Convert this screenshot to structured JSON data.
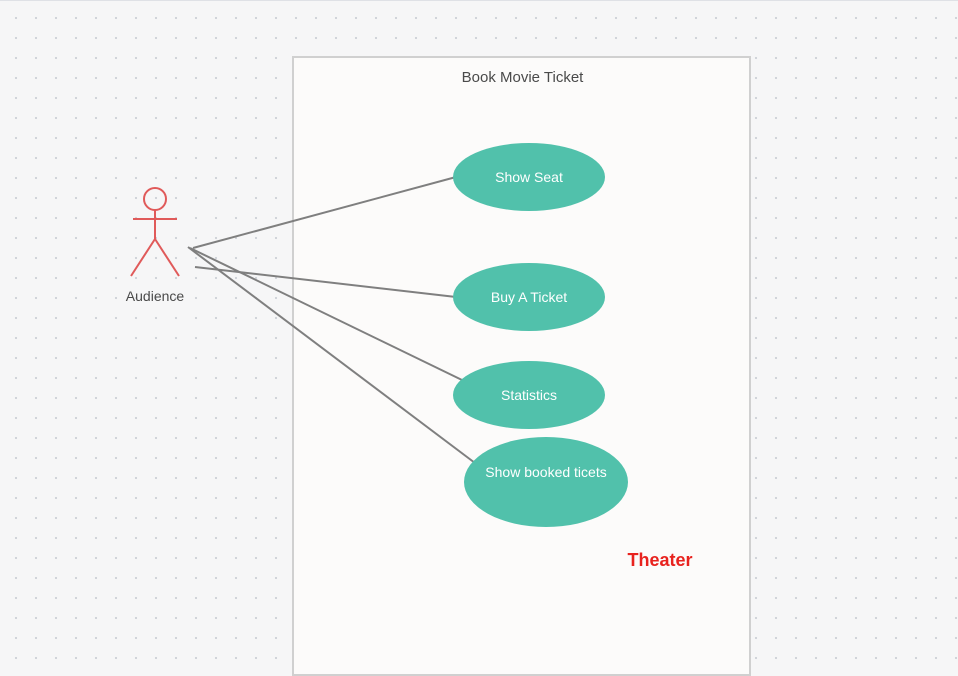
{
  "system": {
    "title": "Book Movie Ticket"
  },
  "actor": {
    "name": "Audience"
  },
  "use_cases": [
    {
      "label": "Show Seat"
    },
    {
      "label": "Buy A Ticket"
    },
    {
      "label": "Statistics"
    },
    {
      "label": "Show booked ticets"
    }
  ],
  "note": {
    "text": "Theater"
  },
  "colors": {
    "use_case_fill": "#51c1ab",
    "actor_stroke": "#e05a5a",
    "association": "#7f7f7f",
    "note_text": "#e8221e"
  }
}
